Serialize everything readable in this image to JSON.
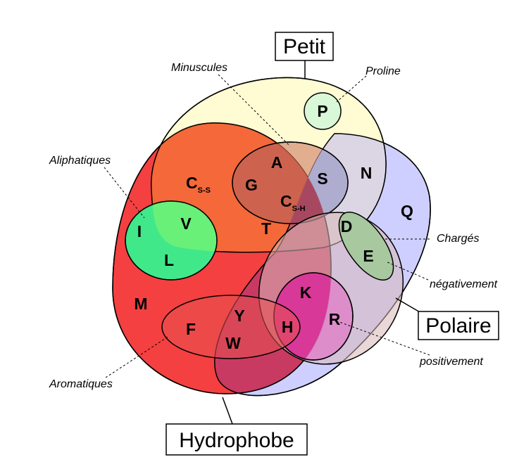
{
  "sets": {
    "petit": "Petit",
    "polaire": "Polaire",
    "hydrophobe": "Hydrophobe"
  },
  "subsets": {
    "minuscules": "Minuscules",
    "proline": "Proline",
    "aliphatiques": "Aliphatiques",
    "charges": "Chargés",
    "negativement": "négativement",
    "positivement": "positivement",
    "aromatiques": "Aromatiques"
  },
  "amino_acids": {
    "P": "P",
    "A": "A",
    "G": "G",
    "S": "S",
    "N": "N",
    "Q": "Q",
    "C_main": "C",
    "Css_sub": "S-S",
    "Csh_sub": "S-H",
    "I": "I",
    "V": "V",
    "L": "L",
    "T": "T",
    "D": "D",
    "E": "E",
    "M": "M",
    "K": "K",
    "F": "F",
    "Y": "Y",
    "H": "H",
    "R": "R",
    "W": "W"
  },
  "colors": {
    "petit": "#fffbd0",
    "polaire": "#c8c8ff",
    "hydrophobe": "#ff4040",
    "minuscules": "#c07060",
    "proline": "#d8f8d8",
    "aliphatiques": "#40e880",
    "charges": "#c0a8a8",
    "negativement": "#a8c8a0",
    "positivement": "#e878c8",
    "aromatiques": "#e05050"
  }
}
